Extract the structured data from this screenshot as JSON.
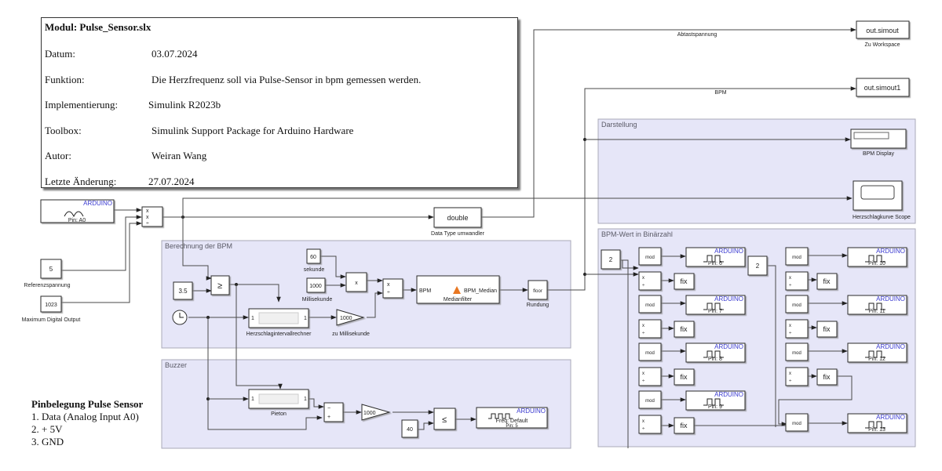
{
  "info": {
    "title": "Modul: Pulse_Sensor.slx",
    "rows": [
      {
        "label": "Datum:",
        "value": "03.07.2024"
      },
      {
        "label": "Funktion:",
        "value": "Die Herzfrequenz  soll via Pulse-Sensor in bpm gemessen werden."
      },
      {
        "label": "Implementierung:",
        "value": "Simulink R2023b"
      },
      {
        "label": "Toolbox:",
        "value": "Simulink Support Package for Arduino Hardware"
      },
      {
        "label": "Autor:",
        "value": "Weiran Wang"
      },
      {
        "label": "Letzte Änderung:",
        "value": "27.07.2024"
      }
    ]
  },
  "pinout": {
    "title": "Pinbelegung Pulse Sensor",
    "items": [
      "1. Data (Analog Input A0)",
      "2. + 5V",
      "3. GND"
    ]
  },
  "blocks": {
    "analog_in": {
      "brand": "ARDUINO",
      "label": "Pin: A0"
    },
    "ref_voltage": {
      "value": "5",
      "label": "Referenzspannung"
    },
    "max_digital": {
      "value": "1023",
      "label": "Maximum Digital Output"
    },
    "product_ports": [
      "x",
      "x",
      "÷"
    ],
    "double": {
      "value": "double",
      "label": "Data Type umwandler"
    },
    "to_workspace1": {
      "value": "out.simout",
      "label": "Zu Workspace"
    },
    "to_workspace2": {
      "value": "out.simout1"
    },
    "signal_abtast": "Abtastspannung",
    "signal_bpm": "BPM",
    "display": {
      "label": "BPM  Display"
    },
    "scope": {
      "label": "Herzschlagkurve Scope"
    }
  },
  "areas": {
    "bpm": "Berechnung der BPM",
    "buzzer": "Buzzer",
    "display": "Darstellung",
    "binary": "BPM-Wert  in Binärzahl"
  },
  "bpm_calc": {
    "threshold": "3.5",
    "compare": "≥",
    "sec": {
      "value": "60",
      "label": "sekunde"
    },
    "ms": {
      "value": "1000",
      "label": "Millisekunde"
    },
    "mult": "x",
    "div_ports": [
      "x",
      "÷"
    ],
    "interval": {
      "label": "Herzschlagintervallrechner",
      "in": "1",
      "out": "1"
    },
    "gain": {
      "value": "1000",
      "label": "zu Millisekunde"
    },
    "median": {
      "in": "BPM",
      "out": "BPM_Median",
      "label": "Medianfilter"
    },
    "floor": {
      "value": "floor",
      "label": "Rundung"
    }
  },
  "buzzer": {
    "pieton": {
      "label": "Pieton",
      "in": "1",
      "out": "1"
    },
    "sum_ports": [
      "−",
      "+"
    ],
    "gain": "1000",
    "const": "40",
    "compare": "≤",
    "pwm": {
      "brand": "ARDUINO",
      "freq": "Freq: Default",
      "pin": "Pin: 5"
    }
  },
  "binary": {
    "const": "2",
    "mod": "mod",
    "fix": "fix",
    "div_ports": [
      "x",
      "÷"
    ],
    "brand": "ARDUINO",
    "pins_left": [
      "Pin: 6",
      "Pin: 7",
      "Pin: 8",
      "Pin: 9"
    ],
    "pins_right": [
      "Pin: 10",
      "Pin: 11",
      "Pin: 12",
      "Pin: 13"
    ]
  }
}
